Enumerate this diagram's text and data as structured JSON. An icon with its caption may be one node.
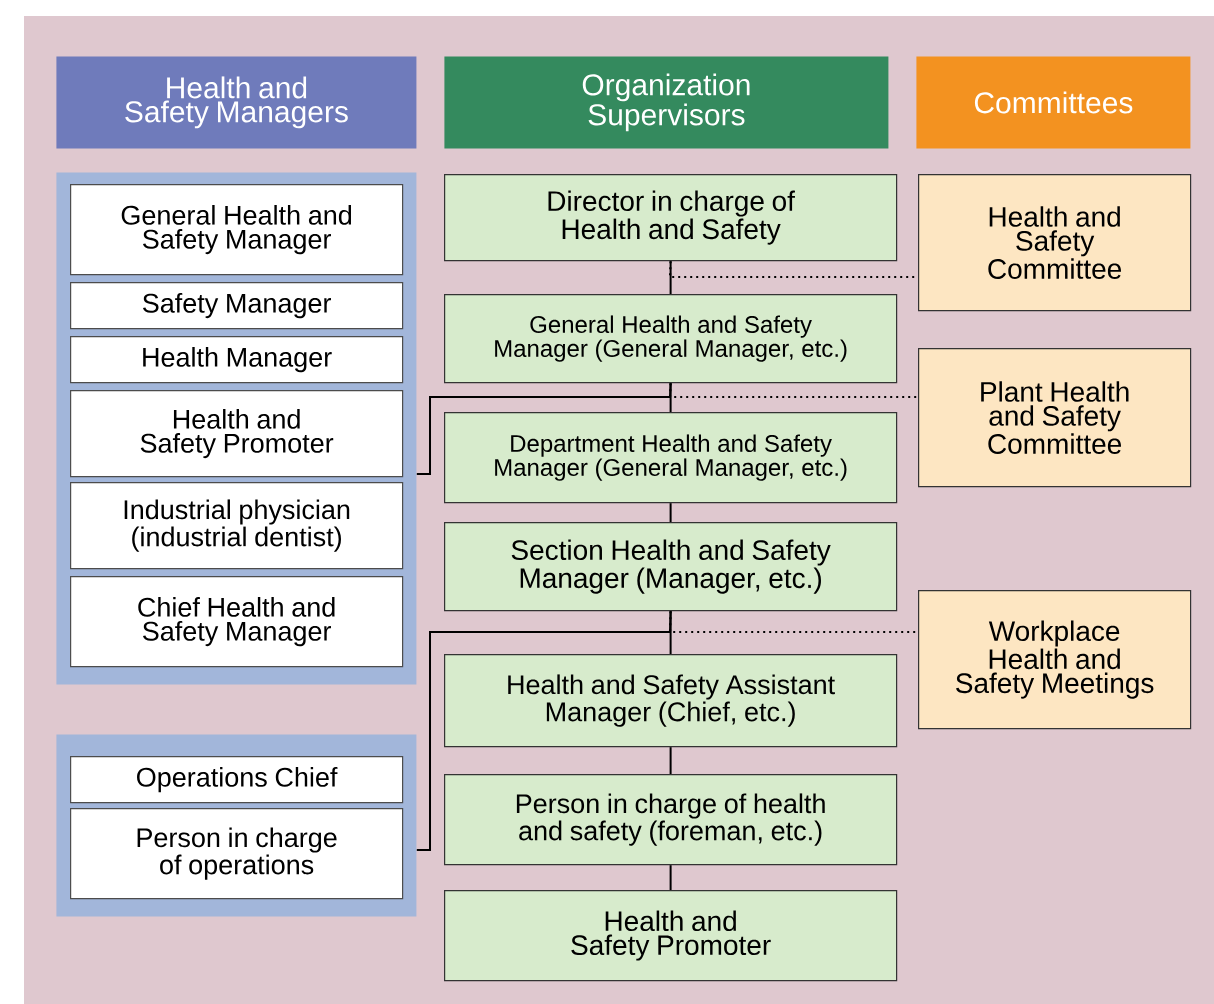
{
  "diagram": {
    "nodes": [
      {
        "text": [
          "Health and Safety Managers"
        ]
      },
      {
        "text": [
          "Organization Supervisors"
        ]
      },
      {
        "text": [
          "Committees"
        ]
      },
      {
        "text": [],
        "shape": "box"
      },
      {
        "text": [
          "General Health and Safety Manager"
        ],
        "in": 3
      },
      {
        "text": [
          "Safety Manager"
        ],
        "in": 3
      },
      {
        "text": [
          "Health Manager"
        ],
        "in": 3
      },
      {
        "text": [
          "Health and Safety Promoter"
        ],
        "in": 3
      },
      {
        "text": [
          "Industrial physician (industrial dentist)"
        ],
        "in": 3
      },
      {
        "text": [
          "Chief Health and Safety Manager"
        ],
        "in": 3
      },
      {
        "text": [],
        "shape": "box"
      },
      {
        "text": [
          "Operations Chief"
        ],
        "in": 10
      },
      {
        "text": [
          "Person in charge of operations"
        ],
        "in": 10
      },
      {
        "text": [
          "Director in charge of Health and Safety"
        ]
      },
      {
        "text": [
          "General Health and Safety Manager (General Manager, etc.)"
        ]
      },
      {
        "text": [
          "Department Health and Safety Manager (General Manager, etc.)"
        ]
      },
      {
        "text": [
          "Section Health and Safety Manager (Manager, etc.)"
        ]
      },
      {
        "text": [
          "Health and Safety Assistant Manager (Chief, etc.)"
        ]
      },
      {
        "text": [
          "Person in charge of health and safety (foreman, etc.)"
        ]
      },
      {
        "text": [
          "Health and Safety Promoter"
        ]
      },
      {
        "text": [
          "Health and Safety Committee"
        ]
      },
      {
        "text": [
          "Plant Health and Safety Committee"
        ]
      },
      {
        "text": [
          "Workplace Health and Safety Meetings"
        ]
      }
    ],
    "edges": [
      {
        "from": 13,
        "to": 14,
        "arrow": "none"
      },
      {
        "from": 14,
        "to": 15,
        "arrow": "none"
      },
      {
        "from": 15,
        "to": 16,
        "arrow": "none"
      },
      {
        "from": 16,
        "to": 17,
        "arrow": "none"
      },
      {
        "from": 17,
        "to": 18,
        "arrow": "none"
      },
      {
        "from": 18,
        "to": 19,
        "arrow": "none"
      },
      {
        "from": 13,
        "to": 20,
        "arrow": "none",
        "style": "dashed"
      },
      {
        "from": 14,
        "to": 21,
        "arrow": "none",
        "style": "dashed"
      },
      {
        "from": 16,
        "to": 22,
        "arrow": "none",
        "style": "dashed"
      },
      {
        "from": 3,
        "to": 14,
        "arrow": "none"
      },
      {
        "from": 10,
        "to": 16,
        "arrow": "none"
      }
    ]
  }
}
